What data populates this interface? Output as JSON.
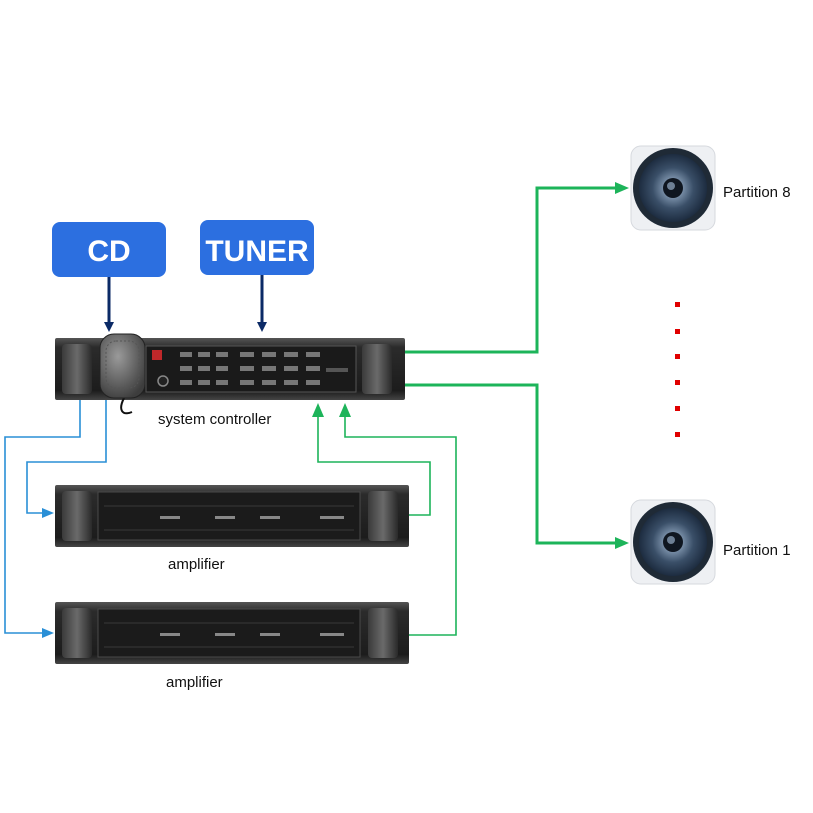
{
  "sources": {
    "cd": {
      "label": "CD"
    },
    "tuner": {
      "label": "TUNER"
    }
  },
  "devices": {
    "controller": {
      "label": "system controller"
    },
    "amplifier_1": {
      "label": "amplifier"
    },
    "amplifier_2": {
      "label": "amplifier"
    }
  },
  "speakers": {
    "top": {
      "label": "Partition 8"
    },
    "bottom": {
      "label": "Partition 1"
    }
  },
  "colors": {
    "source_box": "#2c6fe0",
    "input_arrow": "#0b2a66",
    "blue_line": "#2a8fd6",
    "green_line": "#1db45a",
    "dots": "#e00000",
    "rack": "#2a2a2a"
  }
}
